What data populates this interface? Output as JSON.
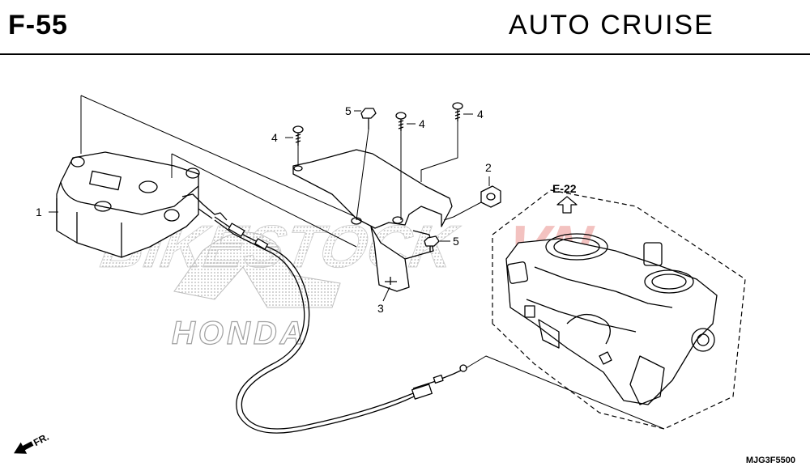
{
  "header": {
    "code": "F-55",
    "title": "AUTO  CRUISE"
  },
  "callouts": {
    "c1": "1",
    "c2": "2",
    "c3": "3",
    "c4a": "4",
    "c4b": "4",
    "c4c": "4",
    "c5a": "5",
    "c5b": "5"
  },
  "reference": "E-22",
  "front_marker": "FR.",
  "drawing_number": "MJG3F5500",
  "watermark": {
    "text": "BIKESTOCK",
    "accent_text": "VN",
    "brand": "HONDA"
  },
  "colors": {
    "line": "#000000",
    "watermark_gray": "#9a9a9a",
    "watermark_red": "#d9534f"
  }
}
